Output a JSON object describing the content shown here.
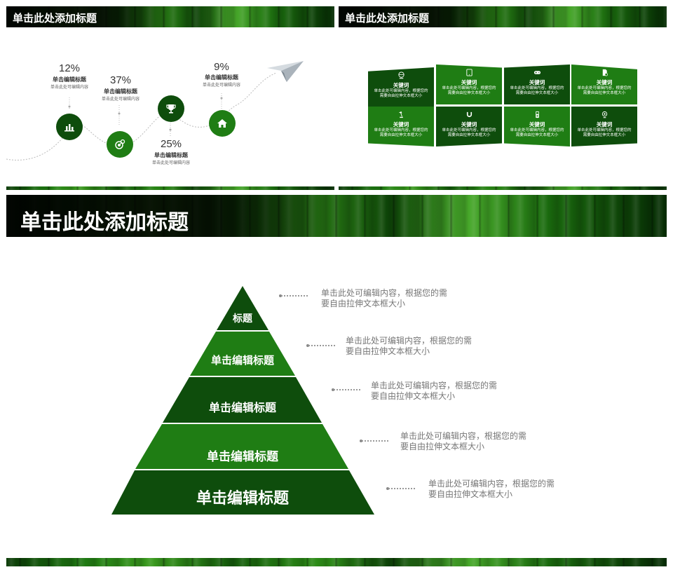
{
  "slide1": {
    "title": "单击此处添加标题",
    "stats": [
      {
        "percent": "12%",
        "title": "单击编辑标题",
        "desc": "单击此处可编辑内容",
        "icon": "bar-chart-icon"
      },
      {
        "percent": "37%",
        "title": "单击编辑标题",
        "desc": "单击此处可编辑内容",
        "icon": "target-gear-icon"
      },
      {
        "percent": "25%",
        "title": "单击编辑标题",
        "desc": "单击此处可编辑内容",
        "icon": "trophy-icon"
      },
      {
        "percent": "9%",
        "title": "单击编辑标题",
        "desc": "单击此处可编辑内容",
        "icon": "house-icon"
      }
    ],
    "end_icon": "paper-plane-icon"
  },
  "slide2": {
    "title": "单击此处添加标题",
    "cards": [
      {
        "icon": "globe-icon",
        "keyword": "关键词",
        "desc": "单击此处可编辑内容，根据您的需要自由拉伸文本框大小"
      },
      {
        "icon": "tablet-icon",
        "keyword": "关键词",
        "desc": "单击此处可编辑内容，根据您的需要自由拉伸文本框大小"
      },
      {
        "icon": "gamepad-icon",
        "keyword": "关键词",
        "desc": "单击此处可编辑内容，根据您的需要自由拉伸文本框大小"
      },
      {
        "icon": "document-icon",
        "keyword": "关键词",
        "desc": "单击此处可编辑内容，根据您的需要自由拉伸文本框大小"
      },
      {
        "icon": "lamp-icon",
        "keyword": "关键词",
        "desc": "单击此处可编辑内容，根据您的需要自由拉伸文本框大小"
      },
      {
        "icon": "magnet-icon",
        "keyword": "关键词",
        "desc": "单击此处可编辑内容，根据您的需要自由拉伸文本框大小"
      },
      {
        "icon": "ipod-icon",
        "keyword": "关键词",
        "desc": "单击此处可编辑内容，根据您的需要自由拉伸文本框大小"
      },
      {
        "icon": "webcam-icon",
        "keyword": "关键词",
        "desc": "单击此处可编辑内容，根据您的需要自由拉伸文本框大小"
      }
    ]
  },
  "slide3": {
    "title": "单击此处添加标题",
    "pyramid": [
      {
        "label": "标题"
      },
      {
        "label": "单击编辑标题"
      },
      {
        "label": "单击编辑标题"
      },
      {
        "label": "单击编辑标题"
      },
      {
        "label": "单击编辑标题"
      }
    ],
    "descriptions": [
      {
        "line1": "单击此处可编辑内容，根据您的需",
        "line2": "要自由拉伸文本框大小"
      },
      {
        "line1": "单击此处可编辑内容，根据您的需",
        "line2": "要自由拉伸文本框大小"
      },
      {
        "line1": "单击此处可编辑内容，根据您的需",
        "line2": "要自由拉伸文本框大小"
      },
      {
        "line1": "单击此处可编辑内容，根据您的需",
        "line2": "要自由拉伸文本框大小"
      },
      {
        "line1": "单击此处可编辑内容，根据您的需",
        "line2": "要自由拉伸文本框大小"
      }
    ]
  },
  "colors": {
    "dark_green": "#0e4d0c",
    "mid_green": "#1f7d14",
    "text_gray": "#777777"
  }
}
